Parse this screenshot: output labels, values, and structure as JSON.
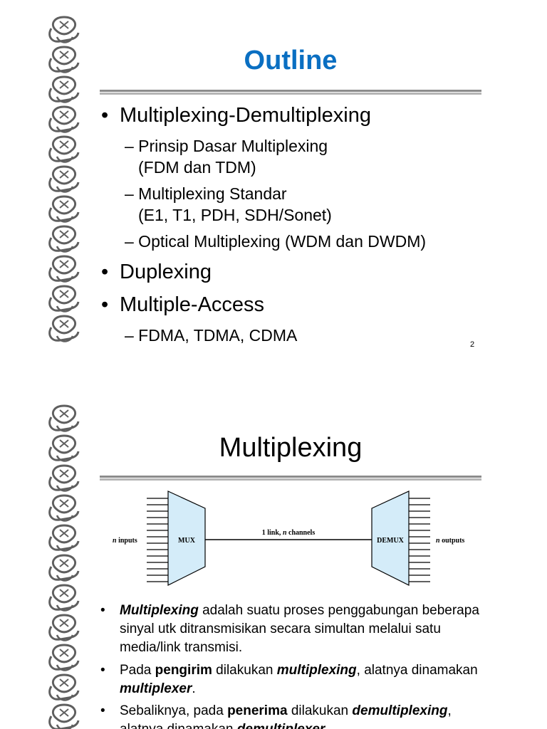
{
  "slide1": {
    "title": "Outline",
    "bullet1": "Multiplexing-Demultiplexing",
    "sub1_line1": "– Prinsip Dasar Multiplexing",
    "sub1_line2": "(FDM dan TDM)",
    "sub2_line1": "– Multiplexing Standar",
    "sub2_line2": "(E1, T1, PDH, SDH/Sonet)",
    "sub3": "– Optical Multiplexing (WDM dan DWDM)",
    "bullet2": "Duplexing",
    "bullet3": "Multiple-Access",
    "sub4": "– FDMA, TDMA, CDMA",
    "page_number": "2"
  },
  "slide2": {
    "title": "Multiplexing",
    "diagram": {
      "inputs_n": "n",
      "inputs_label": " inputs",
      "mux": "MUX",
      "link_prefix": "1 link, ",
      "link_n": "n",
      "link_suffix": " channels",
      "demux": "DEMUX",
      "outputs_n": "n",
      "outputs_label": " outputs"
    },
    "p1": {
      "em": "Multiplexing",
      "rest": " adalah suatu proses penggabungan beberapa sinyal utk ditransmisikan secara simultan melalui satu media/link transmisi."
    },
    "p2": {
      "a": "Pada ",
      "b": "pengirim",
      "c": " dilakukan ",
      "d": "multiplexing",
      "e": ", alatnya dinamakan ",
      "f": "multiplexer",
      "g": "."
    },
    "p3": {
      "a": "Sebaliknya, pada ",
      "b": "penerima",
      "c": " dilakukan ",
      "d": "demultiplexing",
      "e": ", alatnya dinamakan ",
      "f": "demultiplexer",
      "g": "."
    }
  },
  "colors": {
    "outline_title": "#0a6fc2",
    "mux_fill": "#d4ecf9",
    "rule_dark": "#8c8c8c",
    "rule_light": "#b5b5b5",
    "border_knot": "#5f5f5f"
  },
  "icons": {
    "border": "celtic-knot-border"
  }
}
